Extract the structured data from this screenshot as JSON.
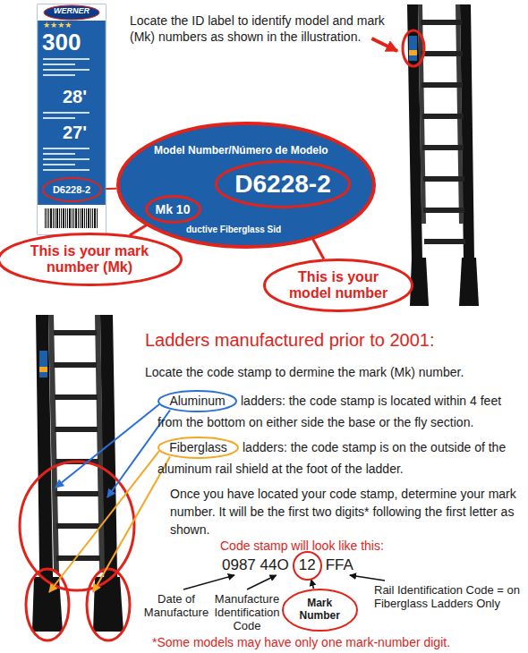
{
  "diagram": {
    "nodes": [
      {
        "text": [
          "WERNER",
          "★★★★",
          "300",
          "28'",
          "27'"
        ]
      },
      {
        "text": [
          "D6228-2"
        ],
        "in": 0
      },
      {
        "text": [
          "Model Number/Número de Modelo",
          "ductive Fiberglass Sid"
        ]
      },
      {
        "text": [
          "D6228-2"
        ],
        "in": 2
      },
      {
        "text": [
          "Mk 10"
        ],
        "in": 2
      },
      {
        "text": [
          "This is your mark number (Mk)"
        ]
      },
      {
        "text": [
          "This is your model number"
        ]
      },
      {
        "text": [
          "Aluminum"
        ]
      },
      {
        "text": [
          "Fiberglass"
        ]
      },
      {
        "text": [
          "12"
        ]
      },
      {
        "text": [
          "Mark Number"
        ]
      }
    ],
    "edges": [
      {
        "from": 1,
        "to": 2,
        "arrow": "none"
      },
      {
        "from": 5,
        "to": 4,
        "arrow": "none"
      },
      {
        "from": 6,
        "to": 3,
        "arrow": "none"
      },
      {
        "from": 10,
        "to": 9,
        "arrow": "to"
      }
    ],
    "labels": [
      "Locate the ID label to identify model and mark (Mk) numbers as shown in the illustration.",
      "Ladders manufactured prior to 2001:",
      "Locate the code stamp to dermine the mark (Mk) number.",
      "ladders: the code stamp is located within 4 feet from the bottom on either side the base or the fly section.",
      "ladders: the code stamp is on the outside of the aluminum rail shield at the foot of the ladder.",
      "Once you have located your code stamp, determine your mark number. It will be the first two digits* following the first letter as shown.",
      "Code stamp will look like this:",
      "0987 44O",
      "FFA",
      "Date of Manufacture",
      "Manufacture Identification Code",
      "Rail Identification Code = on Fiberglass Ladders Only",
      "*Some models may have only one mark-number digit."
    ]
  }
}
